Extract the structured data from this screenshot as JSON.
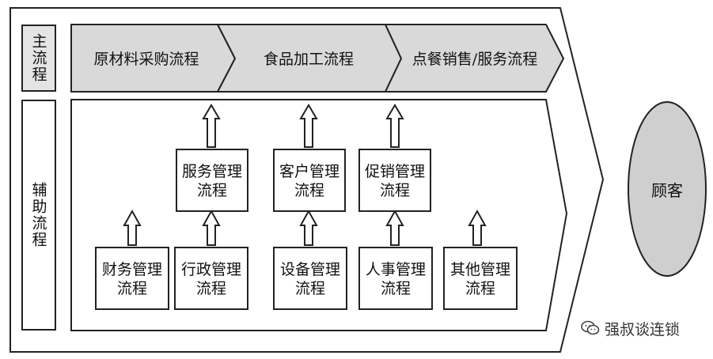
{
  "main_label": "主流程",
  "support_label": "辅助流程",
  "main_flows": [
    "原材料采购流程",
    "食品加工流程",
    "点餐销售/服务流程"
  ],
  "upper_boxes": [
    "服务管理\n流程",
    "客户管理\n流程",
    "促销管理\n流程"
  ],
  "lower_boxes": [
    "财务管理\n流程",
    "行政管理\n流程",
    "设备管理\n流程",
    "人事管理\n流程",
    "其他管理\n流程"
  ],
  "customer": "顾客",
  "watermark": "强叔谈连锁",
  "colors": {
    "main_fill": "#d9d9d9",
    "side_fill": "#e4e4e4",
    "customer_fill": "#cfcfcf",
    "stroke": "#222222"
  }
}
